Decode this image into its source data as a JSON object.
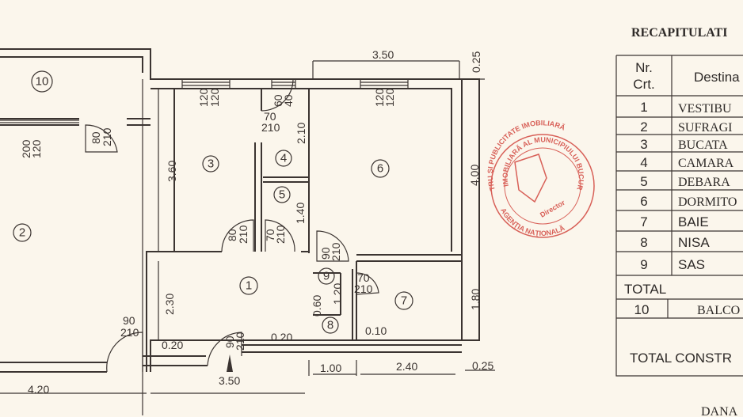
{
  "colors": {
    "ink": "#3b3431",
    "paper": "#fbf6ec",
    "stamp": "#d2473f"
  },
  "rooms": [
    "10",
    "3",
    "4",
    "5",
    "6",
    "2",
    "1",
    "9",
    "7",
    "8"
  ],
  "dimensions": [
    "3.50",
    "0.25",
    "120",
    "120",
    "60",
    "40",
    "120",
    "120",
    "70",
    "210",
    "2.10",
    "200",
    "120",
    "80",
    "210",
    "3.60",
    "4.00",
    "1.40",
    "80",
    "210",
    "70",
    "210",
    "90",
    "210",
    "0.60",
    "1.20",
    "70",
    "210",
    "1.80",
    "2.30",
    "90",
    "210",
    "0.20",
    "90",
    "210",
    "0.20",
    "0.10",
    "3.50",
    "1.00",
    "2.40",
    "0.25",
    "4.20"
  ],
  "table": {
    "title": "RECAPITULATI",
    "headers": [
      "Nr.",
      "Crt.",
      "Destina"
    ],
    "rows": [
      {
        "nr": "1",
        "name": "VESTIBU"
      },
      {
        "nr": "2",
        "name": "SUFRAGI"
      },
      {
        "nr": "3",
        "name": "BUCATA"
      },
      {
        "nr": "4",
        "name": "CAMARA"
      },
      {
        "nr": "5",
        "name": "DEBARA"
      },
      {
        "nr": "6",
        "name": "DORMITO"
      },
      {
        "nr": "7",
        "name": "BAIE"
      },
      {
        "nr": "8",
        "name": "NISA"
      },
      {
        "nr": "9",
        "name": "SAS"
      }
    ],
    "total": "TOTAL",
    "balcony": {
      "nr": "10",
      "name": "BALCO"
    },
    "total_constr": "TOTAL CONSTR",
    "footer": "DANA"
  },
  "stamp": {
    "top": "TRU ŞI PUBLICITATE IMOBILIARĂ",
    "inner": "IMOBILIARĂ AL MUNICIPIULUI BUCUREŞTI",
    "bottom": "AGENŢIA NAŢIONALĂ",
    "title": "Director"
  }
}
